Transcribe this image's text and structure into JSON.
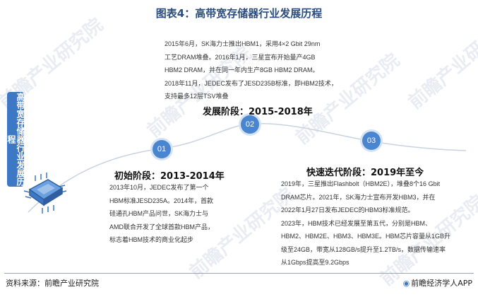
{
  "title": "图表4：高带宽存储器行业发展历程",
  "side_label": "高带宽存储器行业发展历程",
  "watermark": "前瞻产业研究院",
  "stages": [
    {
      "number": "01",
      "title": "初始阶段：2013-2014年",
      "lines": [
        "2013年10月，JEDEC发布了第一个",
        "HBM标准JESD235A。2014年，首款",
        "硅通孔HBM产品问世，SK海力士与",
        "AMD联合开发了全球首款HBM产品，",
        "标志着HBM技术的商业化起步"
      ]
    },
    {
      "number": "02",
      "title": "发展阶段：2015-2018年",
      "lines": [
        "2015年6月，SK海力士推出HBM1，采用4×2 Gbit 29nm",
        "工艺DRAM堆叠。2016年1月，三星宣布开始量产4GB",
        "HBM2 DRAM，并在同一年内生产8GB HBM2 DRAM。",
        "2018年11月，JEDEC发布了JESD235B标准，即HBM2技术，",
        "支持最多12层TSV堆叠"
      ]
    },
    {
      "number": "03",
      "title": "快速迭代阶段：2019年至今",
      "lines": [
        "2019年，三星推出Flashbolt（HBM2E），堆叠8个16 Gbit",
        "DRAM芯片。2021年，SK海力士宣布开发HBM3，并在",
        "2022年1月27日发布JEDEC的HBM3标准规范。",
        "2023年，HBM技术已经发展至第五代，分别是HBM、",
        "HBM2、HBM2E、HBM3、HBM3E。HBM芯片容量从1GB升",
        "级至24GB，带宽从128GB/s提升至1.2TB/s，数据传输速率",
        "从1Gbps提高至9.2Gbps"
      ]
    }
  ],
  "footer": {
    "source": "资料来源：前瞻产业研究院",
    "brand_icon": "circle-logo-icon",
    "brand": "前瞻经济学人APP"
  },
  "colors": {
    "title": "#2b4c7e",
    "accent": "#4a86cf",
    "banner": "#3d78c4",
    "curve": "#c9d3df"
  }
}
